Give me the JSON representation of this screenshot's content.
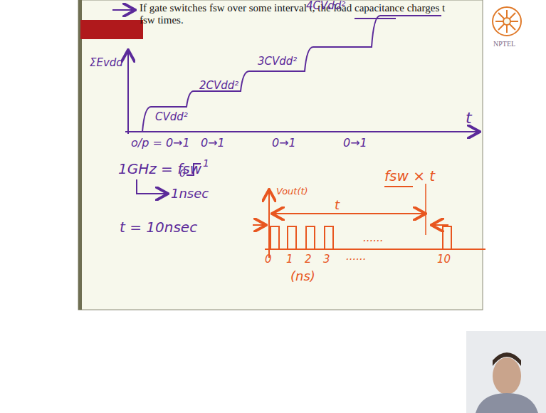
{
  "diagram": {
    "labels": [
      "If gate switches fsw over some interval t, the load capacitance charges t fsw times.",
      "NPTEL",
      "ΣEvdd",
      "CVdd²",
      "2CVdd²",
      "3CVdd²",
      "4CVdd²",
      "t",
      "o/p = 0→1",
      "0→1",
      "0→1",
      "0→1",
      "1GHz = fsw",
      "1nsec",
      "t = 10nsec",
      "Vout(t)",
      "t",
      "fsw × t",
      "0",
      "1",
      "2",
      "3",
      "......",
      "10",
      "(ns)",
      "0",
      "1",
      "......"
    ]
  }
}
